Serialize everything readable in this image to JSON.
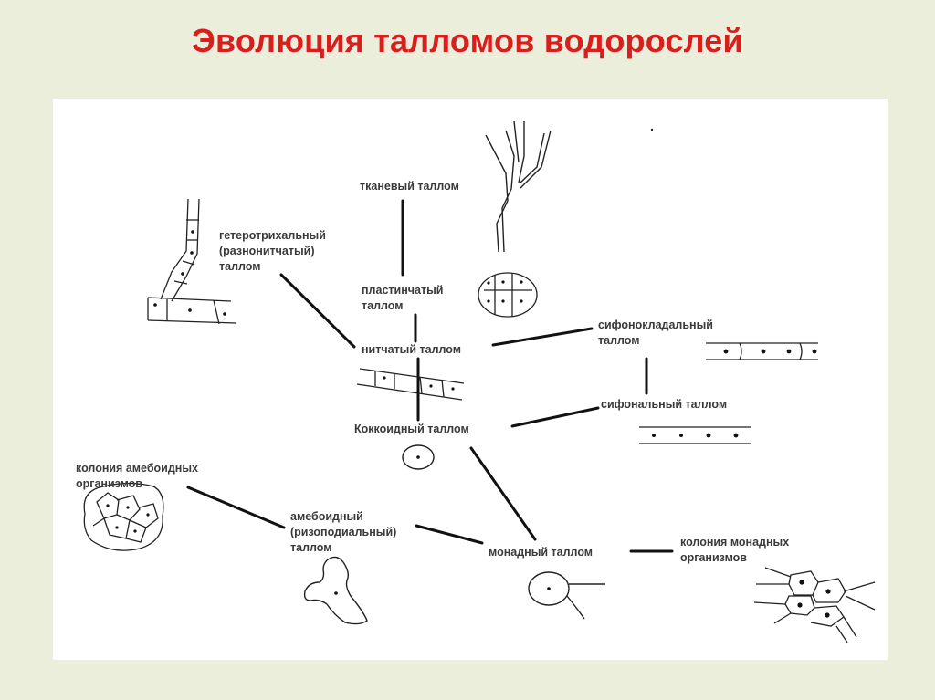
{
  "title": "Эволюция талломов водорослей",
  "nodes": {
    "tissue": [
      "тканевый таллом"
    ],
    "heterotrichal": [
      "гетеротрихальный",
      "(разнонитчатый)",
      "таллом"
    ],
    "plate": [
      "пластинчатый",
      "таллом"
    ],
    "filament": [
      "нитчатый таллом"
    ],
    "siphonocladal": [
      "сифонокладальный",
      "таллом"
    ],
    "siphonal": [
      "сифональный таллом"
    ],
    "coccoid": [
      "Коккоидный таллом"
    ],
    "amoeboid_colony": [
      "колония амебоидных",
      "организмов"
    ],
    "amoeboid": [
      "амебоидный",
      "(ризоподиальный)",
      "таллом"
    ],
    "monadic": [
      "монадный таллом"
    ],
    "monadic_colony": [
      "колония монадных",
      "организмов"
    ]
  },
  "connections": [
    [
      "tissue",
      "plate"
    ],
    [
      "plate",
      "filament"
    ],
    [
      "heterotrichal",
      "filament"
    ],
    [
      "filament",
      "siphonocladal"
    ],
    [
      "siphonocladal",
      "siphonal"
    ],
    [
      "filament",
      "coccoid"
    ],
    [
      "coccoid",
      "siphonal"
    ],
    [
      "coccoid",
      "monadic"
    ],
    [
      "amoeboid_colony",
      "amoeboid"
    ],
    [
      "amoeboid",
      "monadic"
    ],
    [
      "monadic",
      "monadic_colony"
    ]
  ]
}
